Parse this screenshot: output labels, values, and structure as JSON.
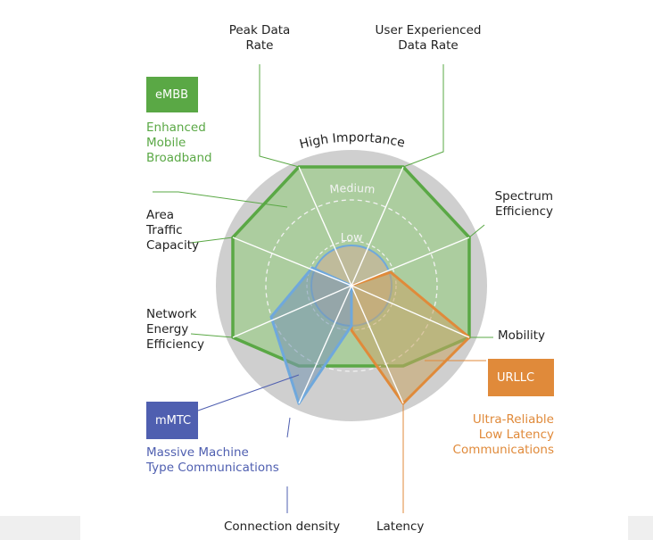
{
  "axes": {
    "peak_data_rate": "Peak Data\nRate",
    "user_experienced": "User Experienced\nData Rate",
    "spectrum_efficiency": "Spectrum\nEfficiency",
    "mobility": "Mobility",
    "latency": "Latency",
    "connection_density": "Connection density",
    "network_energy": "Network\nEnergy\nEfficiency",
    "area_traffic": "Area\nTraffic\nCapacity"
  },
  "rings": {
    "high": "High Importance",
    "medium": "Medium",
    "low": "Low"
  },
  "scenarios": {
    "embb": {
      "badge": "eMBB",
      "description": "Enhanced\nMobile\nBroadband",
      "color": "#5aa845"
    },
    "mmtc": {
      "badge": "mMTC",
      "description": "Massive Machine\nType Communications",
      "color": "#4f5fb0"
    },
    "urllc": {
      "badge": "URLLC",
      "description": "Ultra-Reliable\nLow Latency\nCommunications",
      "color": "#e08a3a"
    }
  }
}
